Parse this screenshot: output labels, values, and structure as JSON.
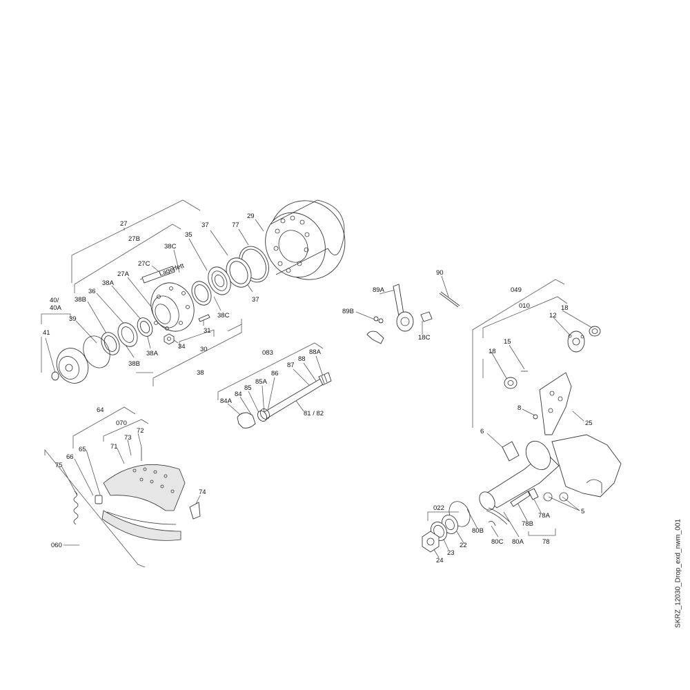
{
  "document_code": "SKRZ_12030_Drop_exd_nwm_001",
  "labels": {
    "l27": "27",
    "l27B": "27B",
    "l27C": "27C",
    "l27A": "27A",
    "l29": "29",
    "l77": "77",
    "l37a": "37",
    "l37b": "37",
    "l35": "35",
    "l38Ca": "38C",
    "l38Cb": "38C",
    "l38Aa": "38A",
    "l38Ab": "38A",
    "l36": "36",
    "l38Ba": "38B",
    "l38Bb": "38B",
    "l39": "39",
    "l40": "40/",
    "l40A": "40A",
    "l41": "41",
    "l31": "31",
    "l34": "34",
    "l30": "30",
    "l38": "38",
    "l083": "083",
    "l88A": "88A",
    "l88": "88",
    "l87": "87",
    "l86": "86",
    "l85A": "85A",
    "l85": "85",
    "l84": "84",
    "l84A": "84A",
    "l8182": "81 / 82",
    "l89A": "89A",
    "l89B": "89B",
    "l90": "90",
    "l18C": "18C",
    "l049": "049",
    "l010": "010",
    "l18a": "18",
    "l18b": "18",
    "l12": "12",
    "l15": "15",
    "l8": "8",
    "l25": "25",
    "l6": "6",
    "l5": "5",
    "l78A": "78A",
    "l78B": "78B",
    "l78": "78",
    "l80A": "80A",
    "l80B": "80B",
    "l80C": "80C",
    "l022": "022",
    "l22": "22",
    "l23": "23",
    "l24": "24",
    "l64": "64",
    "l070": "070",
    "l73": "73",
    "l72": "72",
    "l71": "71",
    "l65": "65",
    "l66": "66",
    "l75": "75",
    "l74": "74",
    "l060": "060"
  },
  "stamp_text": "Lagerfett"
}
